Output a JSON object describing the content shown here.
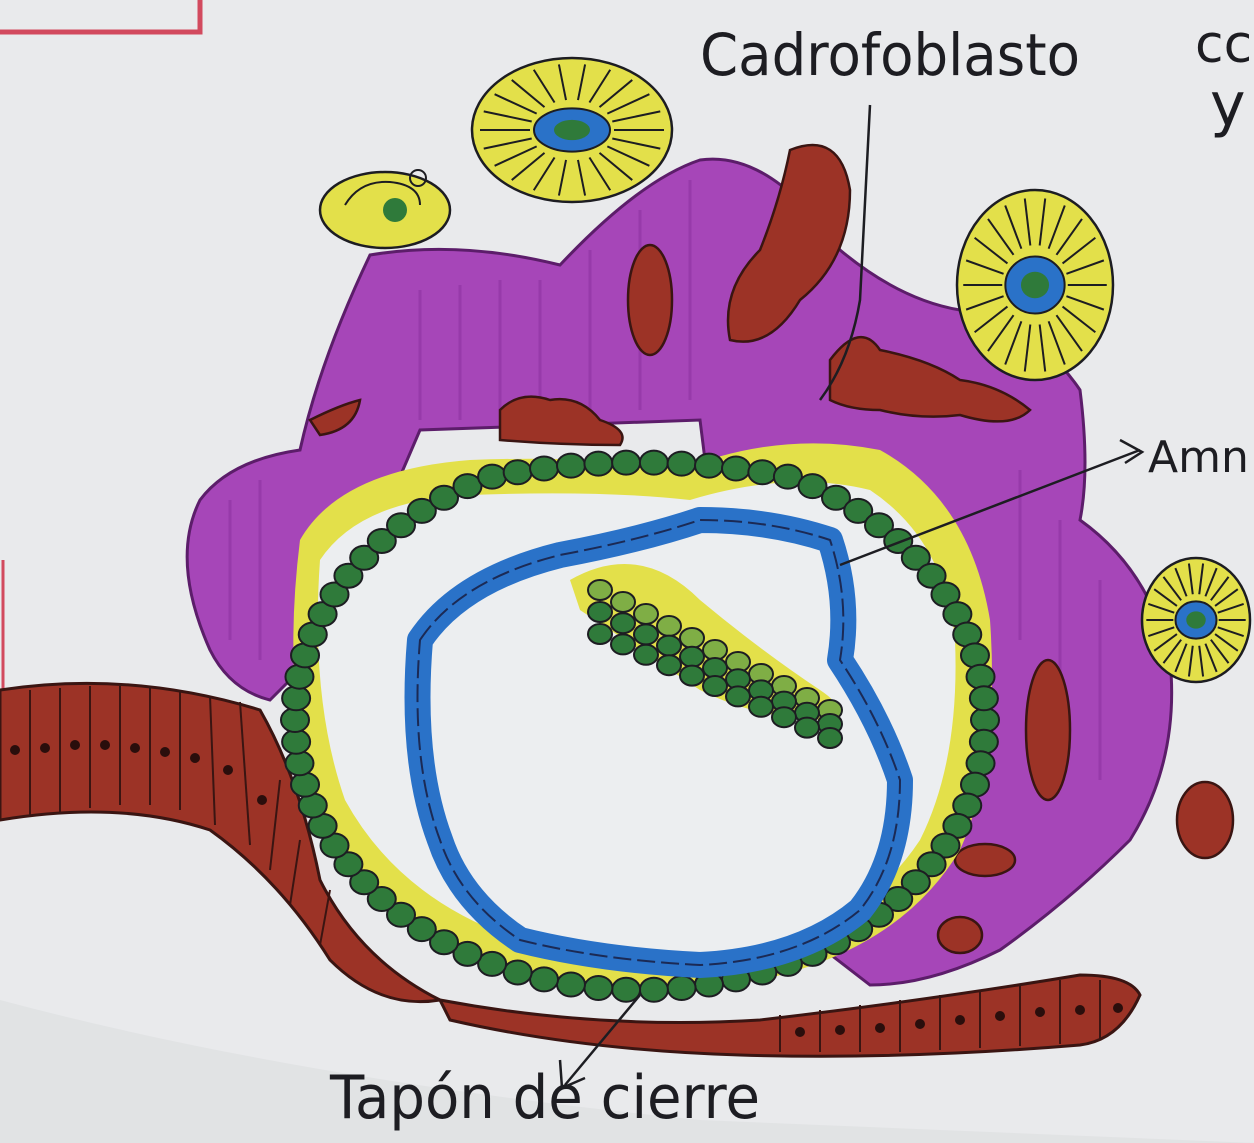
{
  "labels": {
    "cytotrophoblast": "Cadrofoblasto",
    "top_right_partial_1": "cc",
    "top_right_partial_2": "y",
    "amnion_partial": "Amn",
    "closing_plug": "Tapón de cierre"
  },
  "colors": {
    "paper": "#e9eaec",
    "syncytiotrophoblast_purple": "#a646b8",
    "cytotrophoblast_green": "#2f7a3a",
    "yellow": "#e3e04a",
    "amnion_blue": "#2a72c8",
    "endometrium_red": "#9c3326",
    "ink": "#1d1d22"
  }
}
